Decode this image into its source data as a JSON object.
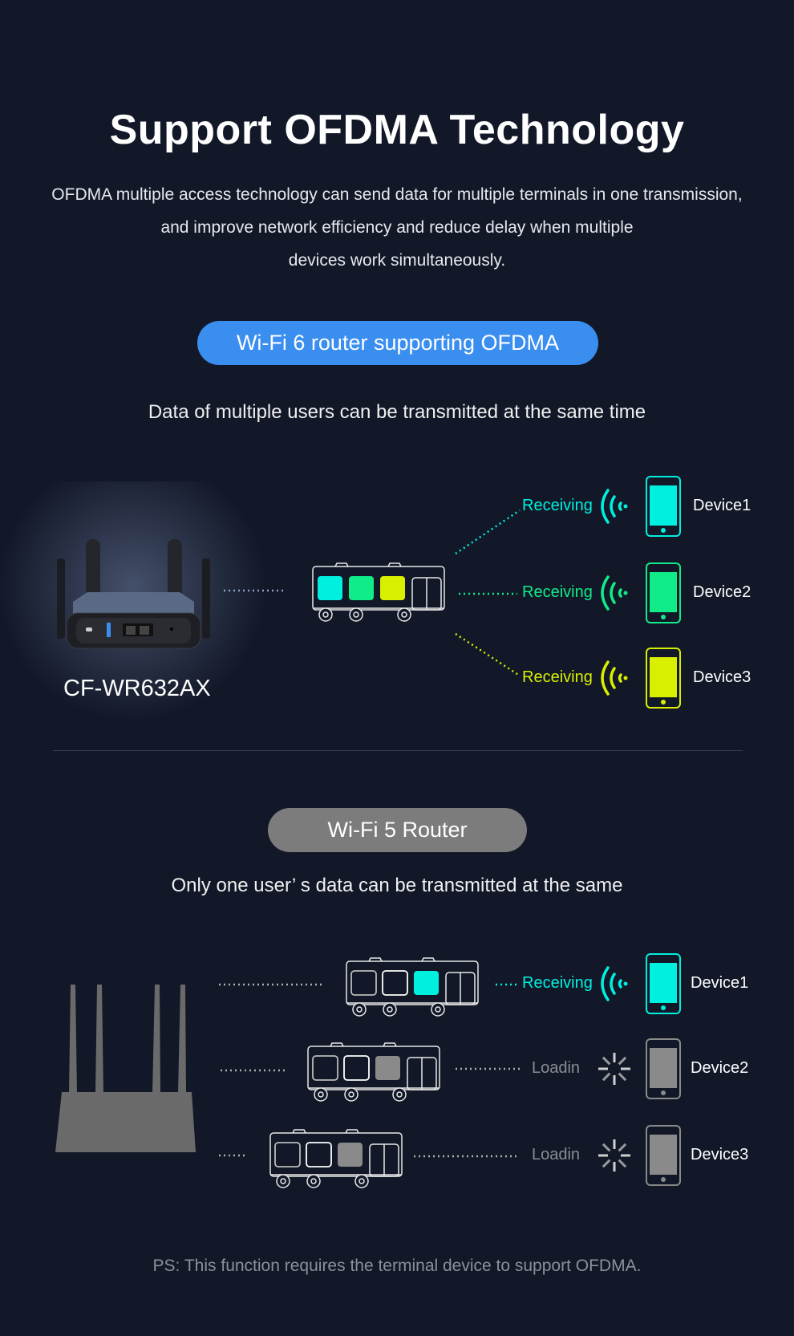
{
  "title": "Support OFDMA Technology",
  "description": [
    "OFDMA multiple access technology can send data for multiple terminals in one transmission,",
    "and improve network efficiency and reduce delay when multiple",
    "devices work simultaneously."
  ],
  "wifi6": {
    "badge": "Wi-Fi 6 router supporting OFDMA",
    "badge_color": "#3a8ef0",
    "subtitle": "Data of multiple users can be transmitted at the same time",
    "router_model": "CF-WR632AX",
    "devices": [
      {
        "status": "Receiving",
        "label": "Device1",
        "color": "#00f0e0"
      },
      {
        "status": "Receiving",
        "label": "Device2",
        "color": "#10ec88"
      },
      {
        "status": "Receiving",
        "label": "Device3",
        "color": "#d8f000"
      }
    ]
  },
  "wifi5": {
    "badge": "Wi-Fi 5 Router",
    "badge_color": "#7c7c7c",
    "subtitle": "Only one user’ s data can be transmitted at the same",
    "devices": [
      {
        "status": "Receiving",
        "label": "Device1",
        "color": "#00f0e0"
      },
      {
        "status": "Loadin",
        "label": "Device2",
        "color": "#8a8a8a"
      },
      {
        "status": "Loadin",
        "label": "Device3",
        "color": "#8a8a8a"
      }
    ]
  },
  "footnote": "PS: This function requires the terminal device to support OFDMA."
}
